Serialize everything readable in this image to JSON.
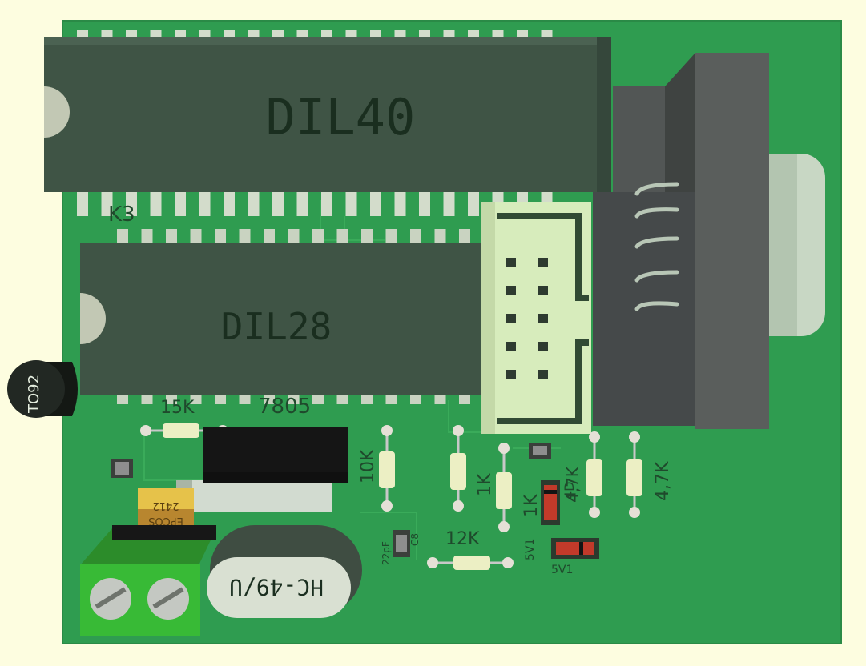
{
  "ic_main": {
    "label": "DIL40"
  },
  "ic_second": {
    "label": "DIL28"
  },
  "transistor": {
    "label": "TO92"
  },
  "crystal": {
    "label": "HC-49/U"
  },
  "silkscreen": {
    "k3": "K3",
    "r_15k": "15K",
    "ref_7805": "7805",
    "r_12k": "12K",
    "r_1k_a": "1K",
    "r_1k_b": "1K",
    "r_47k_a": "4,7K",
    "r_47k_b": "4,7K",
    "zener_a": "5V1",
    "zener_b": "5V1",
    "cap_22pf": "22pF",
    "c8": "C8",
    "epcos": "EPCOS",
    "cap_code": "2412",
    "r_10k": "10K",
    "diode_code": "4D"
  },
  "colors": {
    "background": "#fdfde0",
    "pcb": "#2e9e50",
    "ic_body": "#3f5445",
    "connector": "#d6ebb8",
    "dsub_body": "#4e5250",
    "terminal": "#36b838"
  }
}
